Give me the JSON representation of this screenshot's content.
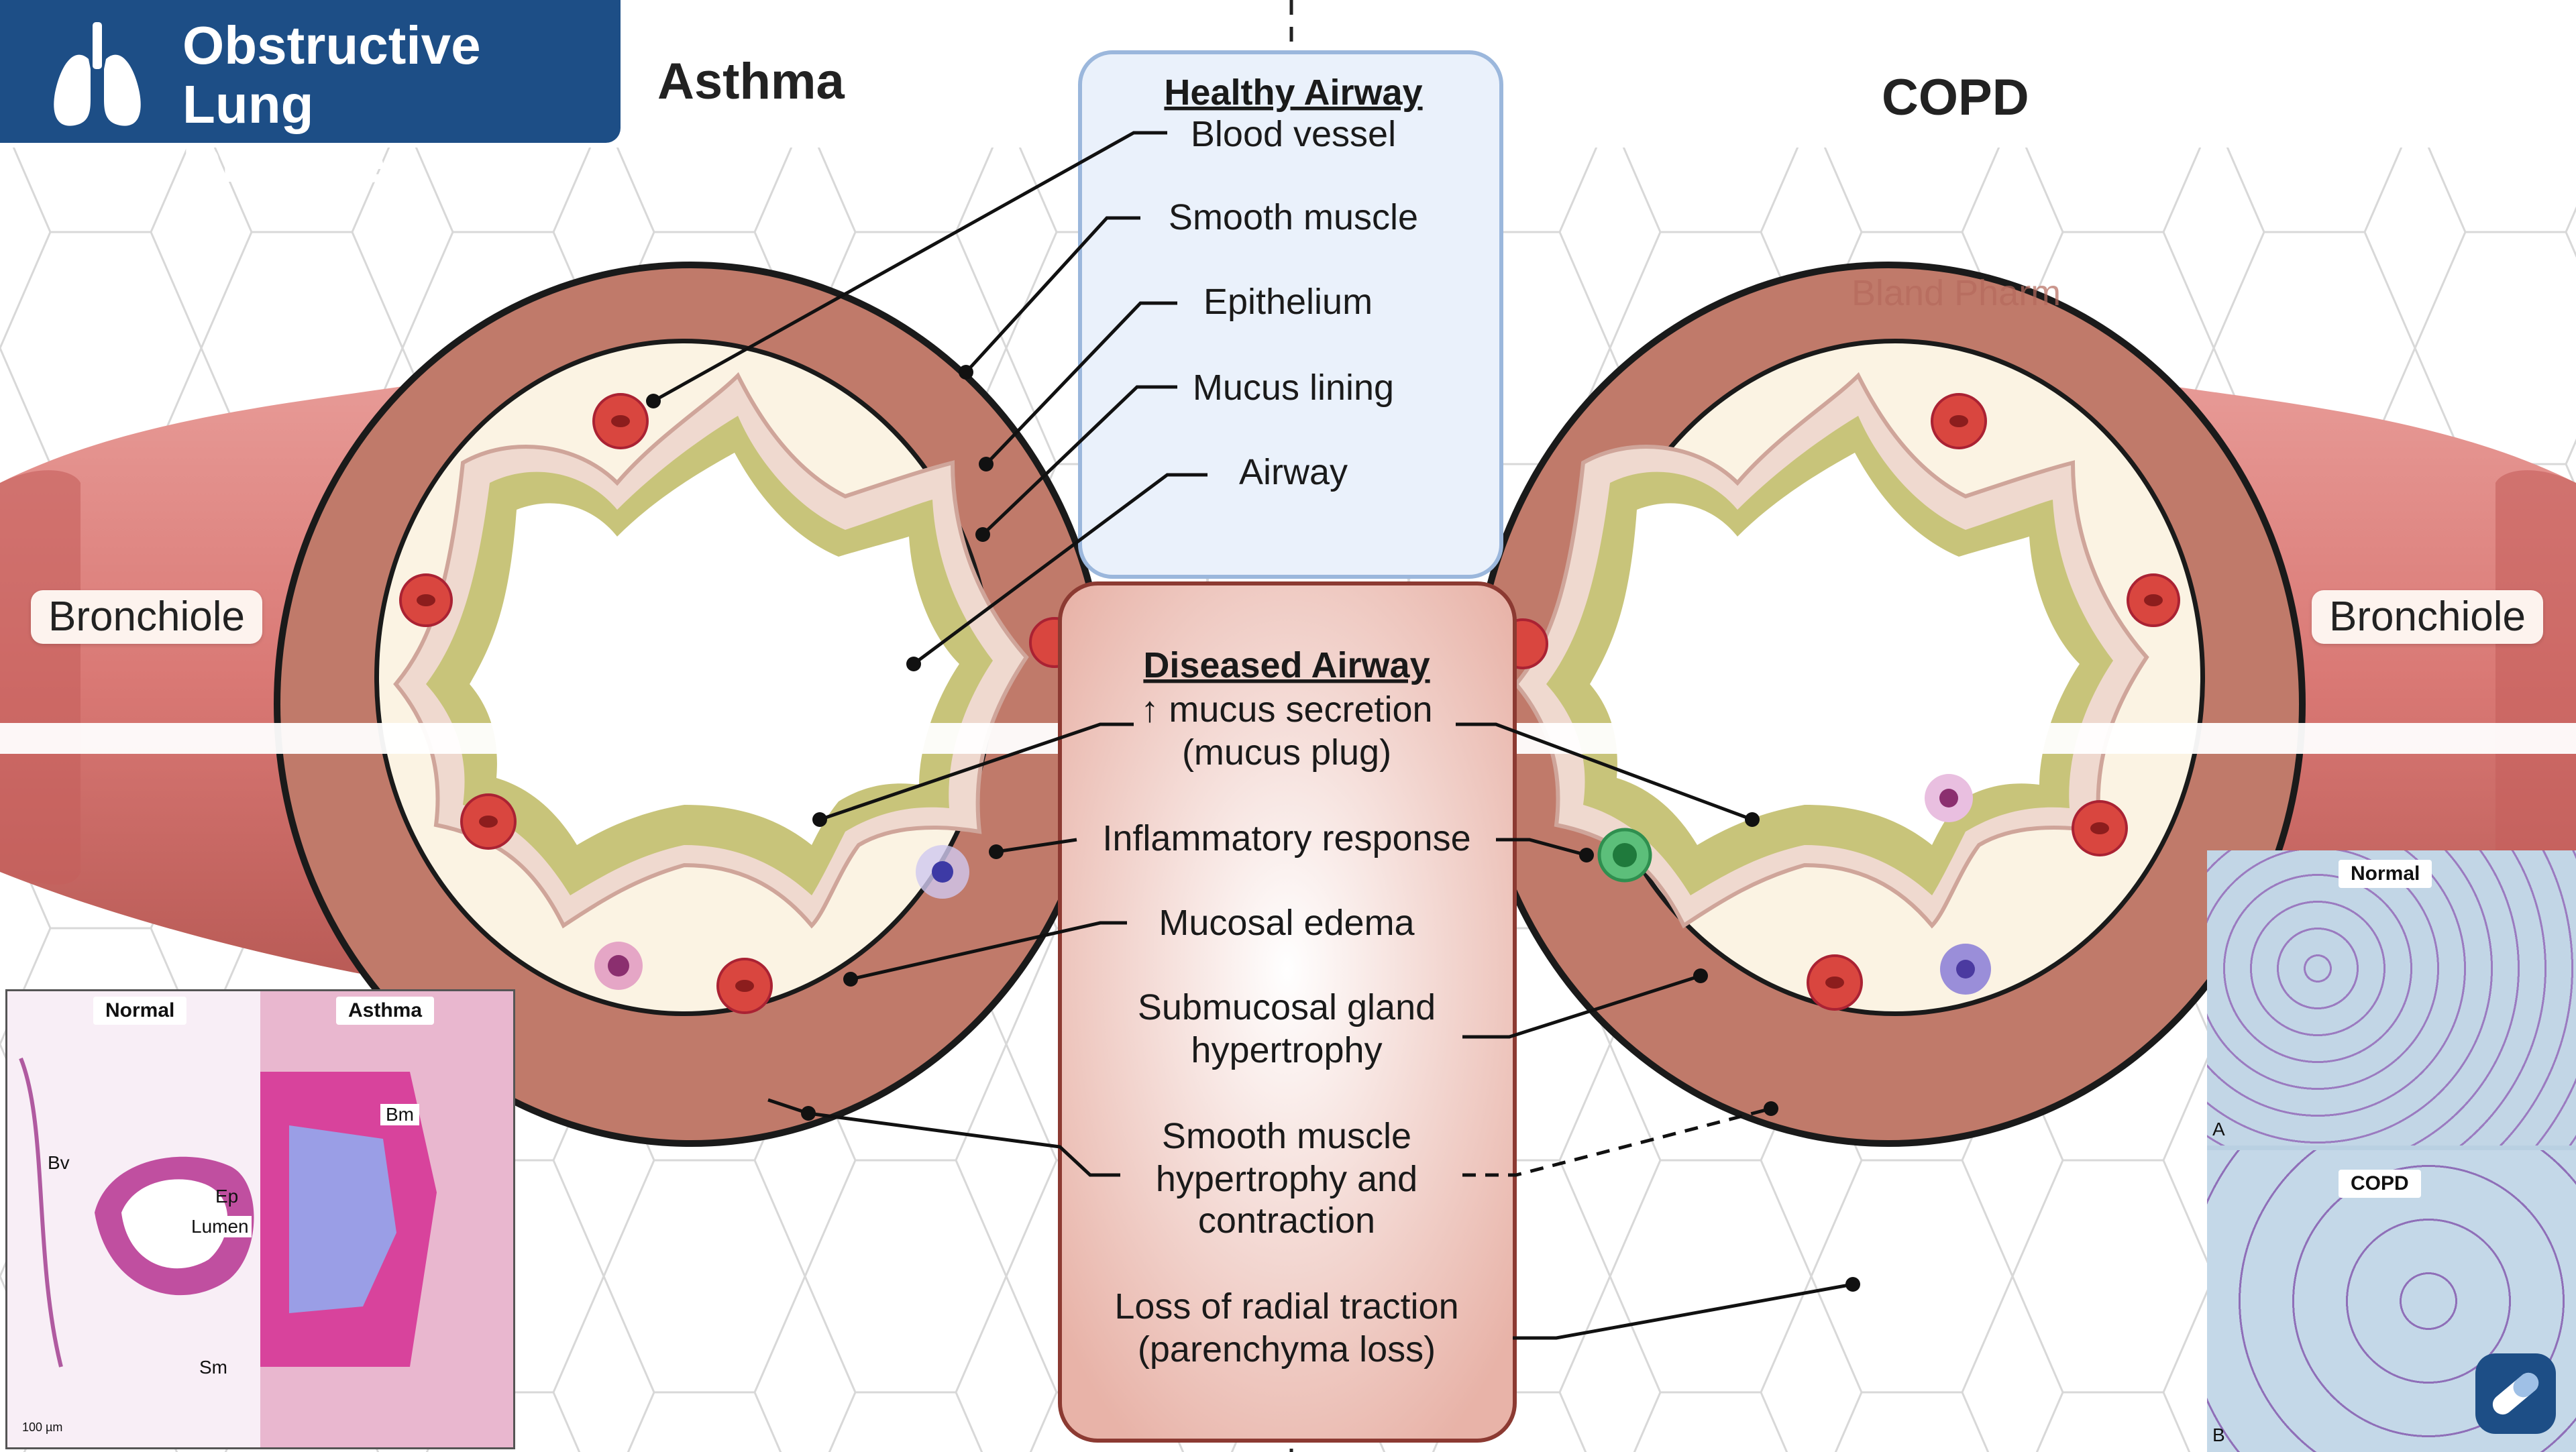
{
  "title": "Obstructive Lung Disease",
  "title_line1": "Obstructive Lung",
  "title_line2": "Disease",
  "asthma_title": "Asthma",
  "copd_title": "COPD",
  "bronchiole_left": "Bronchiole",
  "bronchiole_right": "Bronchiole",
  "watermark": "Bland Pharm",
  "healthy": {
    "heading": "Healthy Airway",
    "items": [
      "Blood vessel",
      "Smooth muscle",
      "Epithelium",
      "Mucus lining",
      "Airway"
    ]
  },
  "diseased": {
    "heading": "Diseased Airway",
    "items": [
      "↑ mucus secretion",
      "(mucus plug)",
      "Inflammatory response",
      "Mucosal edema",
      "Submucosal gland",
      "hypertrophy",
      "Smooth muscle",
      "hypertrophy and",
      "contraction",
      "Loss of radial traction",
      "(parenchyma loss)"
    ]
  },
  "histology_left": {
    "normal_tag": "Normal",
    "asthma_tag": "Asthma",
    "labels": [
      "Bv",
      "Ep",
      "Lumen",
      "Sm",
      "Bm"
    ],
    "scale": "100 µm"
  },
  "histology_right": {
    "normal_tag": "Normal",
    "copd_tag": "COPD",
    "panel_a": "A",
    "panel_b": "B"
  },
  "icons": [
    "lungs-icon",
    "pill-badge-icon"
  ],
  "colors": {
    "header_blue": "#1d4e86",
    "healthy_box": "#eaf1fb",
    "diseased_box": "#f2cfc8",
    "airway_wall": "#c07a6a",
    "mucus": "#c8c47a"
  }
}
